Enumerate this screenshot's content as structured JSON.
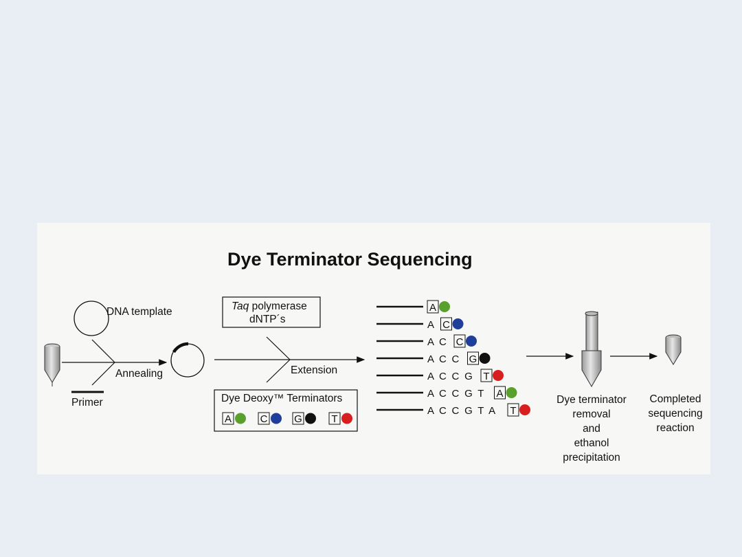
{
  "title": "Dye Terminator Sequencing",
  "labels": {
    "dna_template": "DNA template",
    "annealing": "Annealing",
    "primer": "Primer",
    "taq_italic": "Taq",
    "taq_rest": " polymerase",
    "dntps": "dNTP´s",
    "extension": "Extension",
    "terminators": "Dye Deoxy™ Terminators",
    "removal": [
      "Dye terminator",
      "removal",
      "and",
      "ethanol",
      "precipitation"
    ],
    "completed": [
      "Completed",
      "sequencing",
      "reaction"
    ]
  },
  "terminator_bases": [
    {
      "base": "A",
      "color": "#5aa02c"
    },
    {
      "base": "C",
      "color": "#1f3f9a"
    },
    {
      "base": "G",
      "color": "#111111"
    },
    {
      "base": "T",
      "color": "#d81e1e"
    }
  ],
  "fragments": [
    {
      "prefix": "",
      "last": "A",
      "color": "#5aa02c"
    },
    {
      "prefix": "A",
      "last": "C",
      "color": "#1f3f9a"
    },
    {
      "prefix": "A C",
      "last": "C",
      "color": "#1f3f9a"
    },
    {
      "prefix": "A C C",
      "last": "G",
      "color": "#111111"
    },
    {
      "prefix": "A C C G",
      "last": "T",
      "color": "#d81e1e"
    },
    {
      "prefix": "A C C G T",
      "last": "A",
      "color": "#5aa02c"
    },
    {
      "prefix": "A C C G T A",
      "last": "T",
      "color": "#d81e1e"
    }
  ]
}
